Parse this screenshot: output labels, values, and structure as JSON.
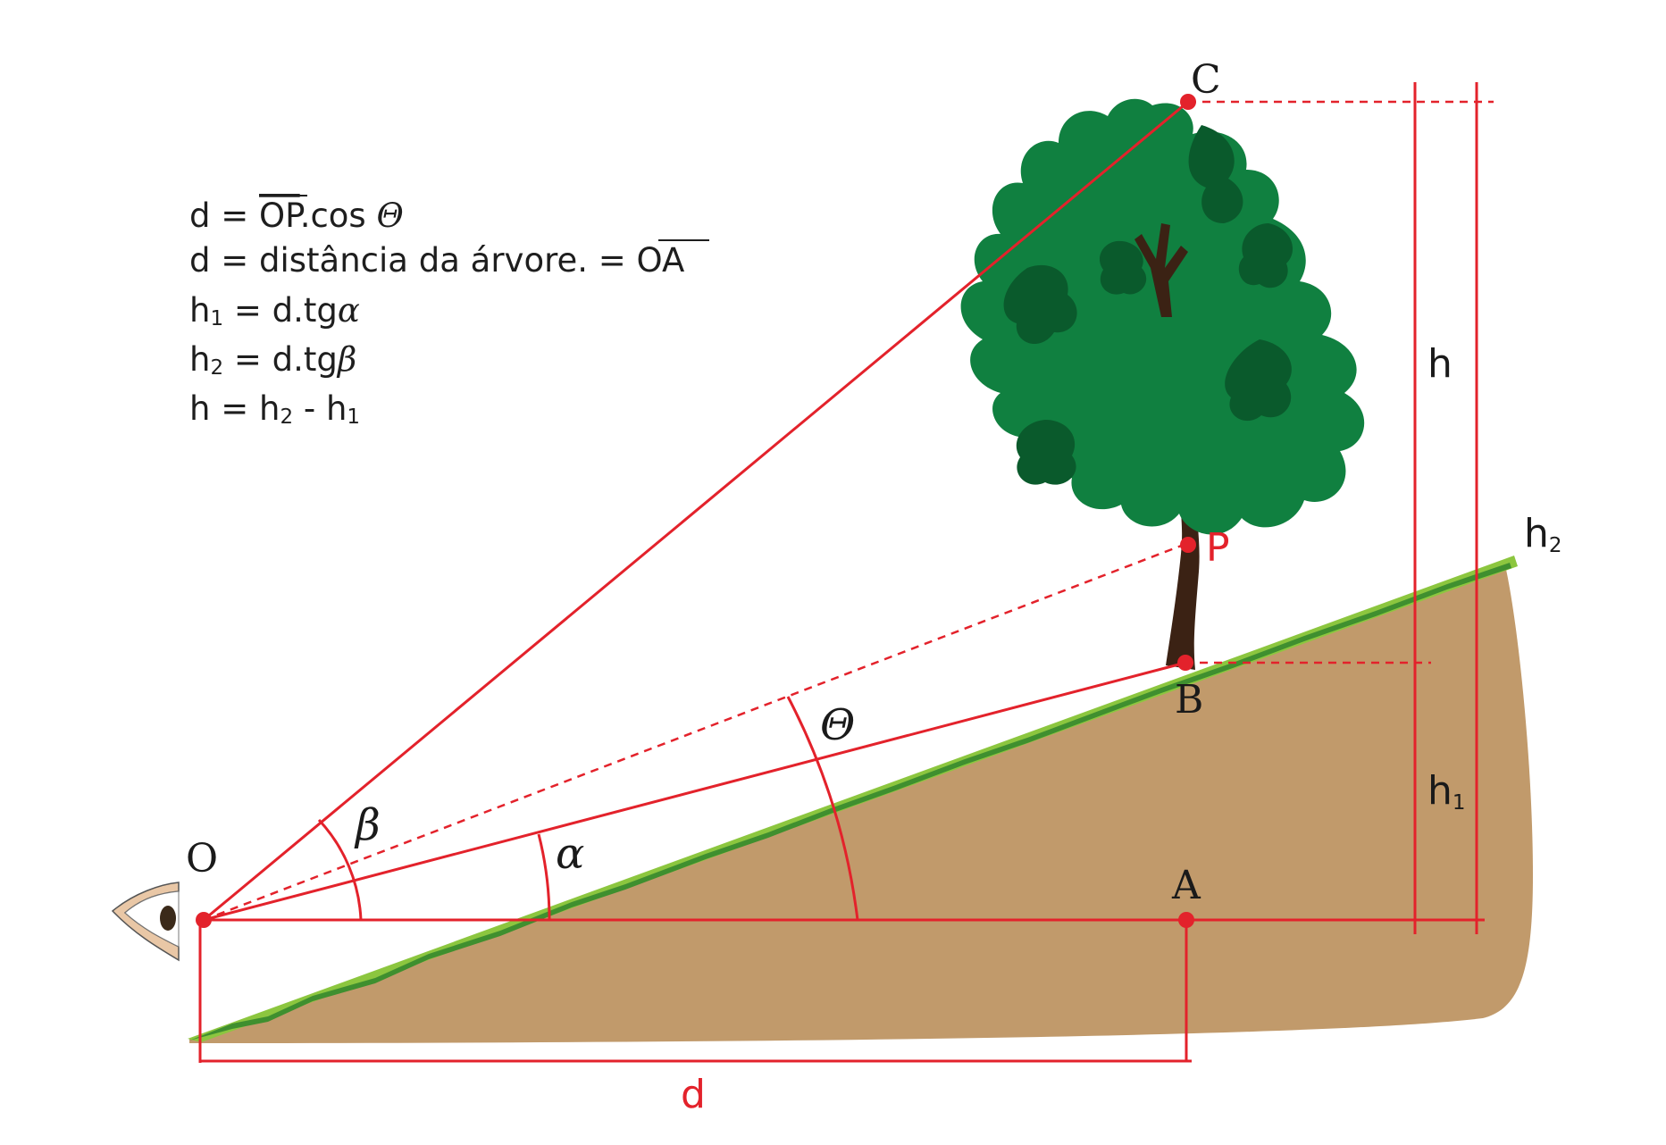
{
  "formulas": {
    "line1_prefix": "d = ",
    "line1_op": "OP",
    "line1_mid": ".cos ",
    "line1_theta": "Θ",
    "line2_text": "d = distância da árvore.  = ",
    "line2_oa": "OA",
    "line3_h": "h",
    "line3_sub": "1",
    "line3_rest": " = d.tg",
    "line3_greek": "α",
    "line4_h": "h",
    "line4_sub": "2",
    "line4_rest": " = d.tg",
    "line4_greek": "β",
    "line5_a": "h = h",
    "line5_sub1": "2",
    "line5_b": " - h",
    "line5_sub2": "1"
  },
  "points": {
    "O": "O",
    "A": "A",
    "B": "B",
    "C": "C",
    "P": "P"
  },
  "angles": {
    "alpha": "α",
    "beta": "β",
    "theta": "Θ"
  },
  "measures": {
    "d": "d",
    "h": "h",
    "h1_main": "h",
    "h1_sub": "1",
    "h2_main": "h",
    "h2_sub": "2"
  },
  "colors": {
    "construction_red": "#e3222b",
    "ground_brown": "#c19a6b",
    "grass_light": "#8cc63f",
    "grass_dark": "#3f8f2f",
    "foliage": "#108040",
    "foliage_dark": "#0a5a2c",
    "trunk": "#3b2214"
  }
}
